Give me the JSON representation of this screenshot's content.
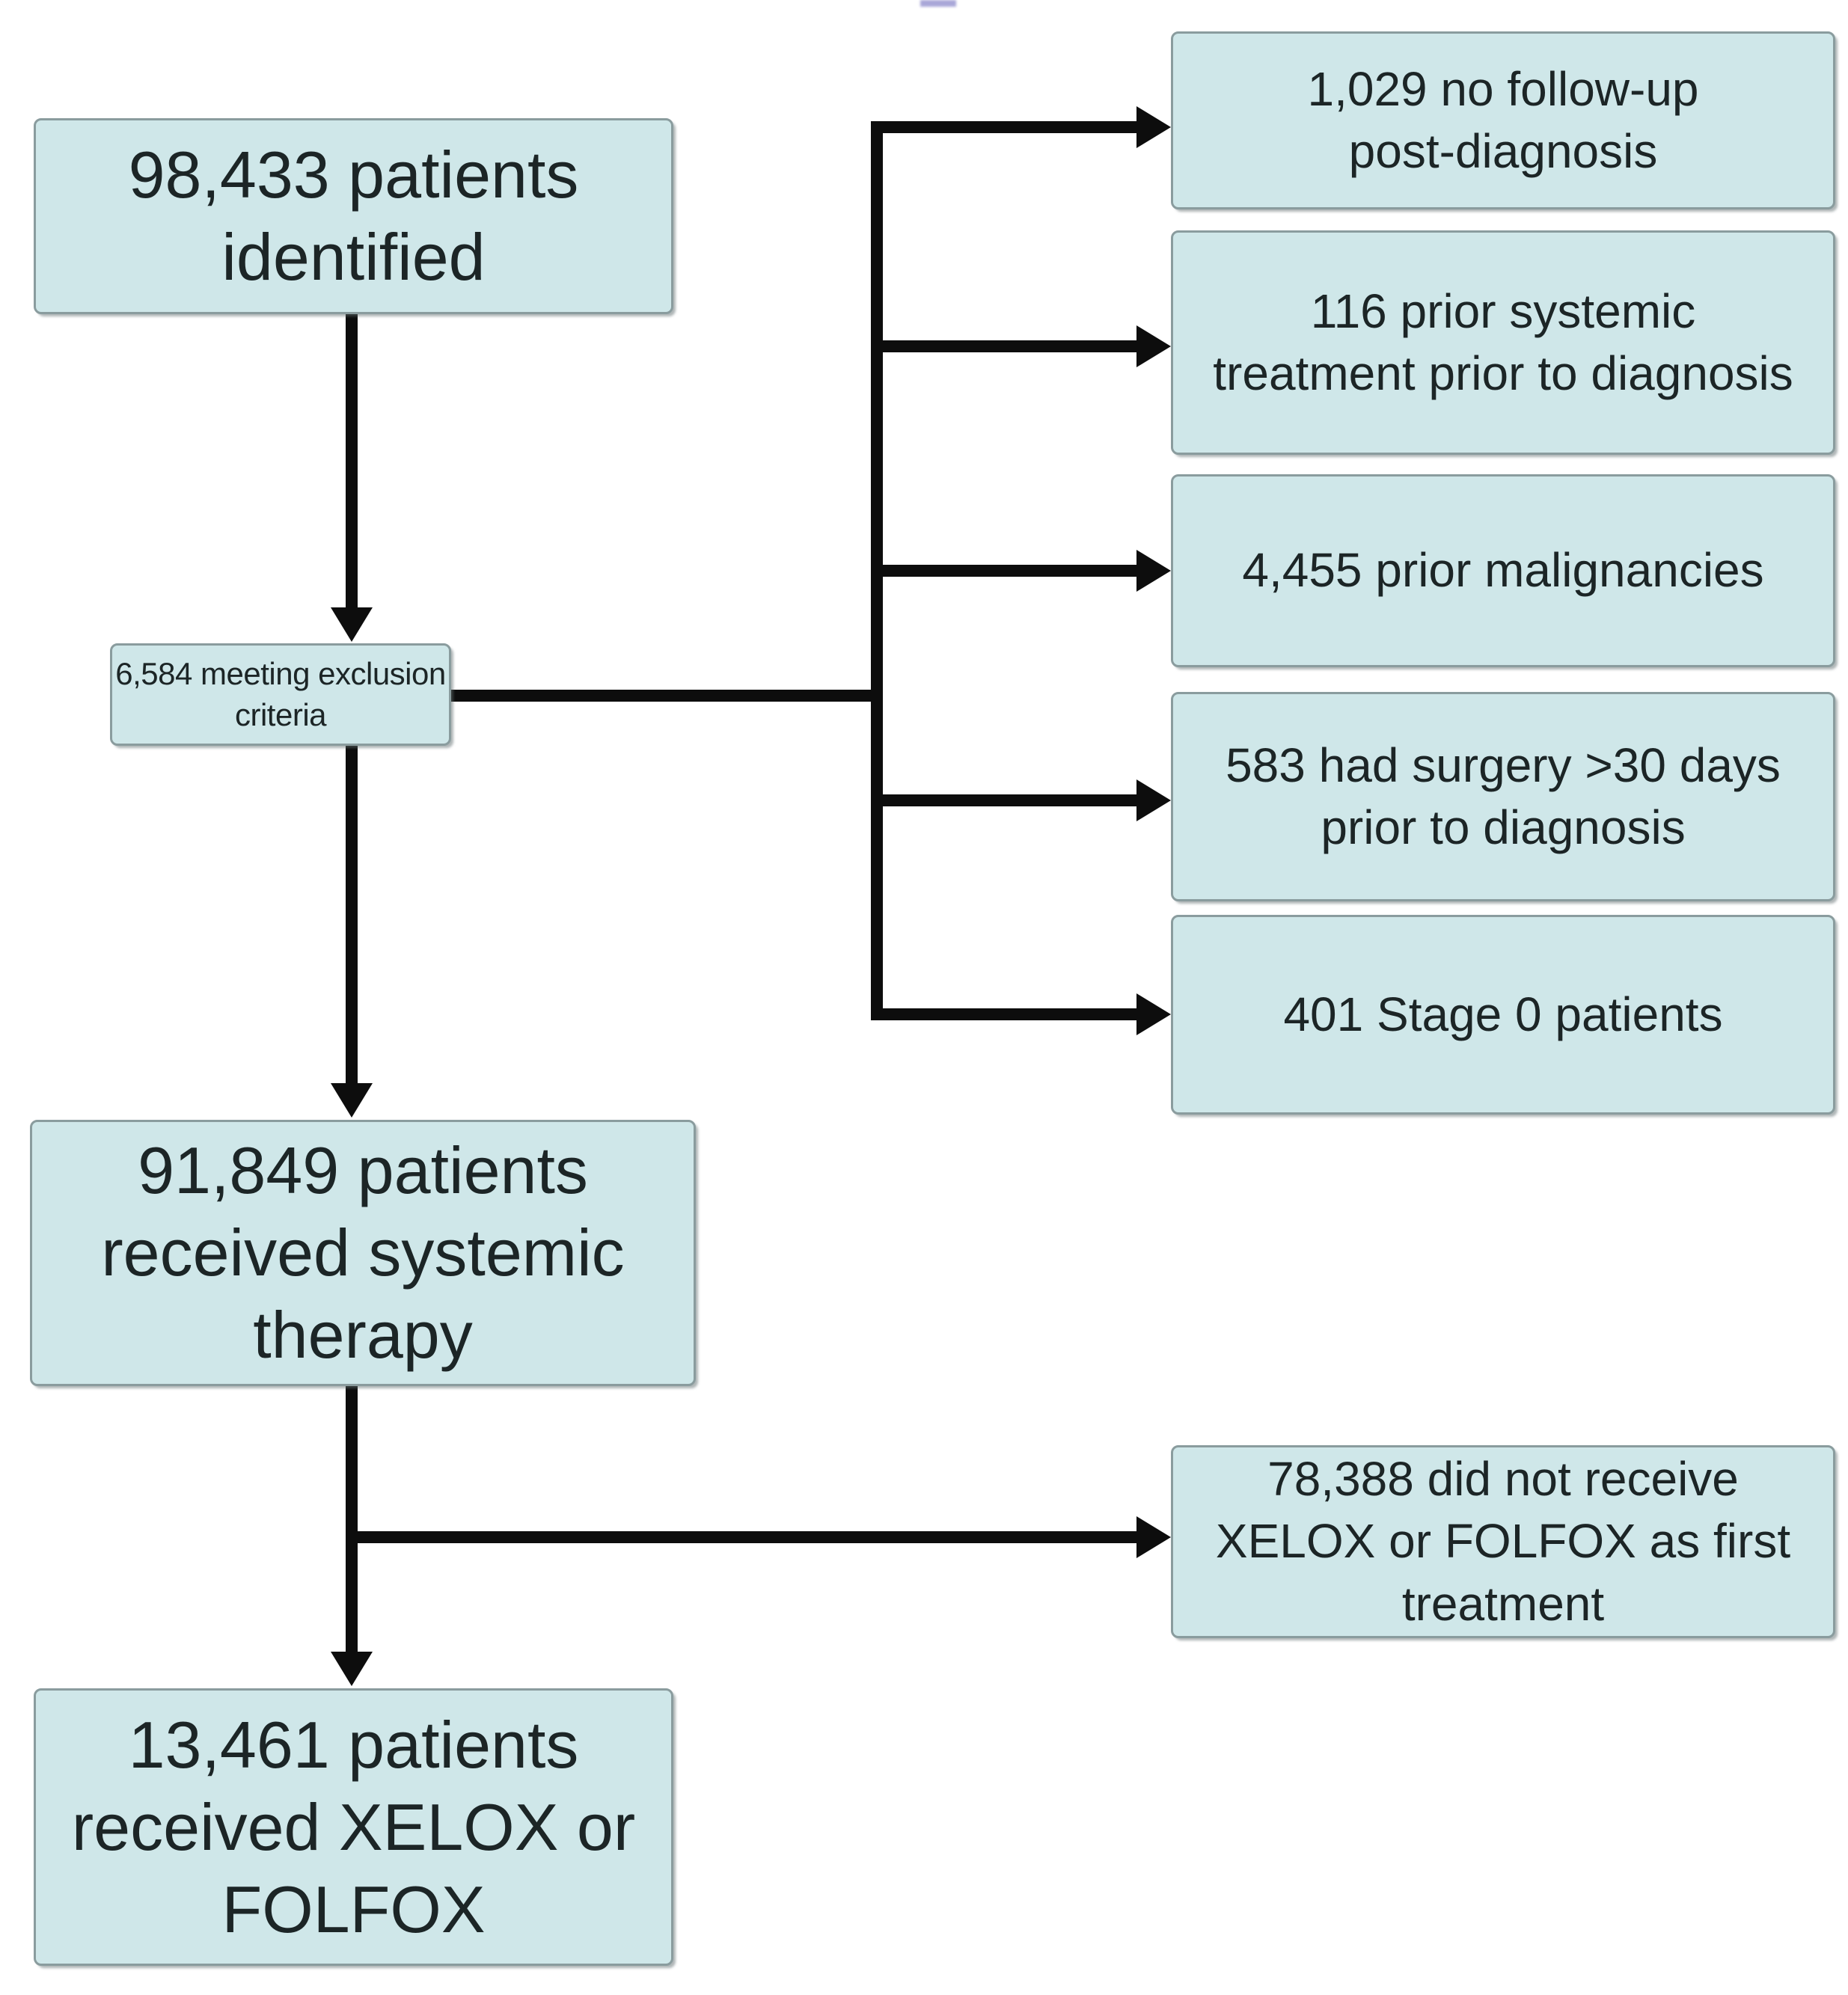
{
  "colors": {
    "node_fill": "#cfe7e9",
    "node_border": "#8a9c9e",
    "connector": "#0d0d0d",
    "text": "#1c2526",
    "artifact": "#a9a7d8"
  },
  "nodes": {
    "identified": {
      "label": "98,433 patients\nidentified"
    },
    "exclusion": {
      "label": "6,584 meeting exclusion\ncriteria"
    },
    "systemic": {
      "label": "91,849 patients\nreceived systemic\ntherapy"
    },
    "xelox_folfox": {
      "label": "13,461 patients\nreceived XELOX or\nFOLFOX"
    },
    "no_followup": {
      "label": "1,029 no follow-up\npost-diagnosis"
    },
    "prior_systemic": {
      "label": "116 prior systemic\ntreatment prior to diagnosis"
    },
    "prior_malignancies": {
      "label": "4,455 prior malignancies"
    },
    "surgery_30_days": {
      "label": "583 had surgery >30 days\nprior to diagnosis"
    },
    "stage_0": {
      "label": "401 Stage 0 patients"
    },
    "not_xelox_folfox": {
      "label": "78,388 did not receive\nXELOX or FOLFOX as first\ntreatment"
    }
  }
}
